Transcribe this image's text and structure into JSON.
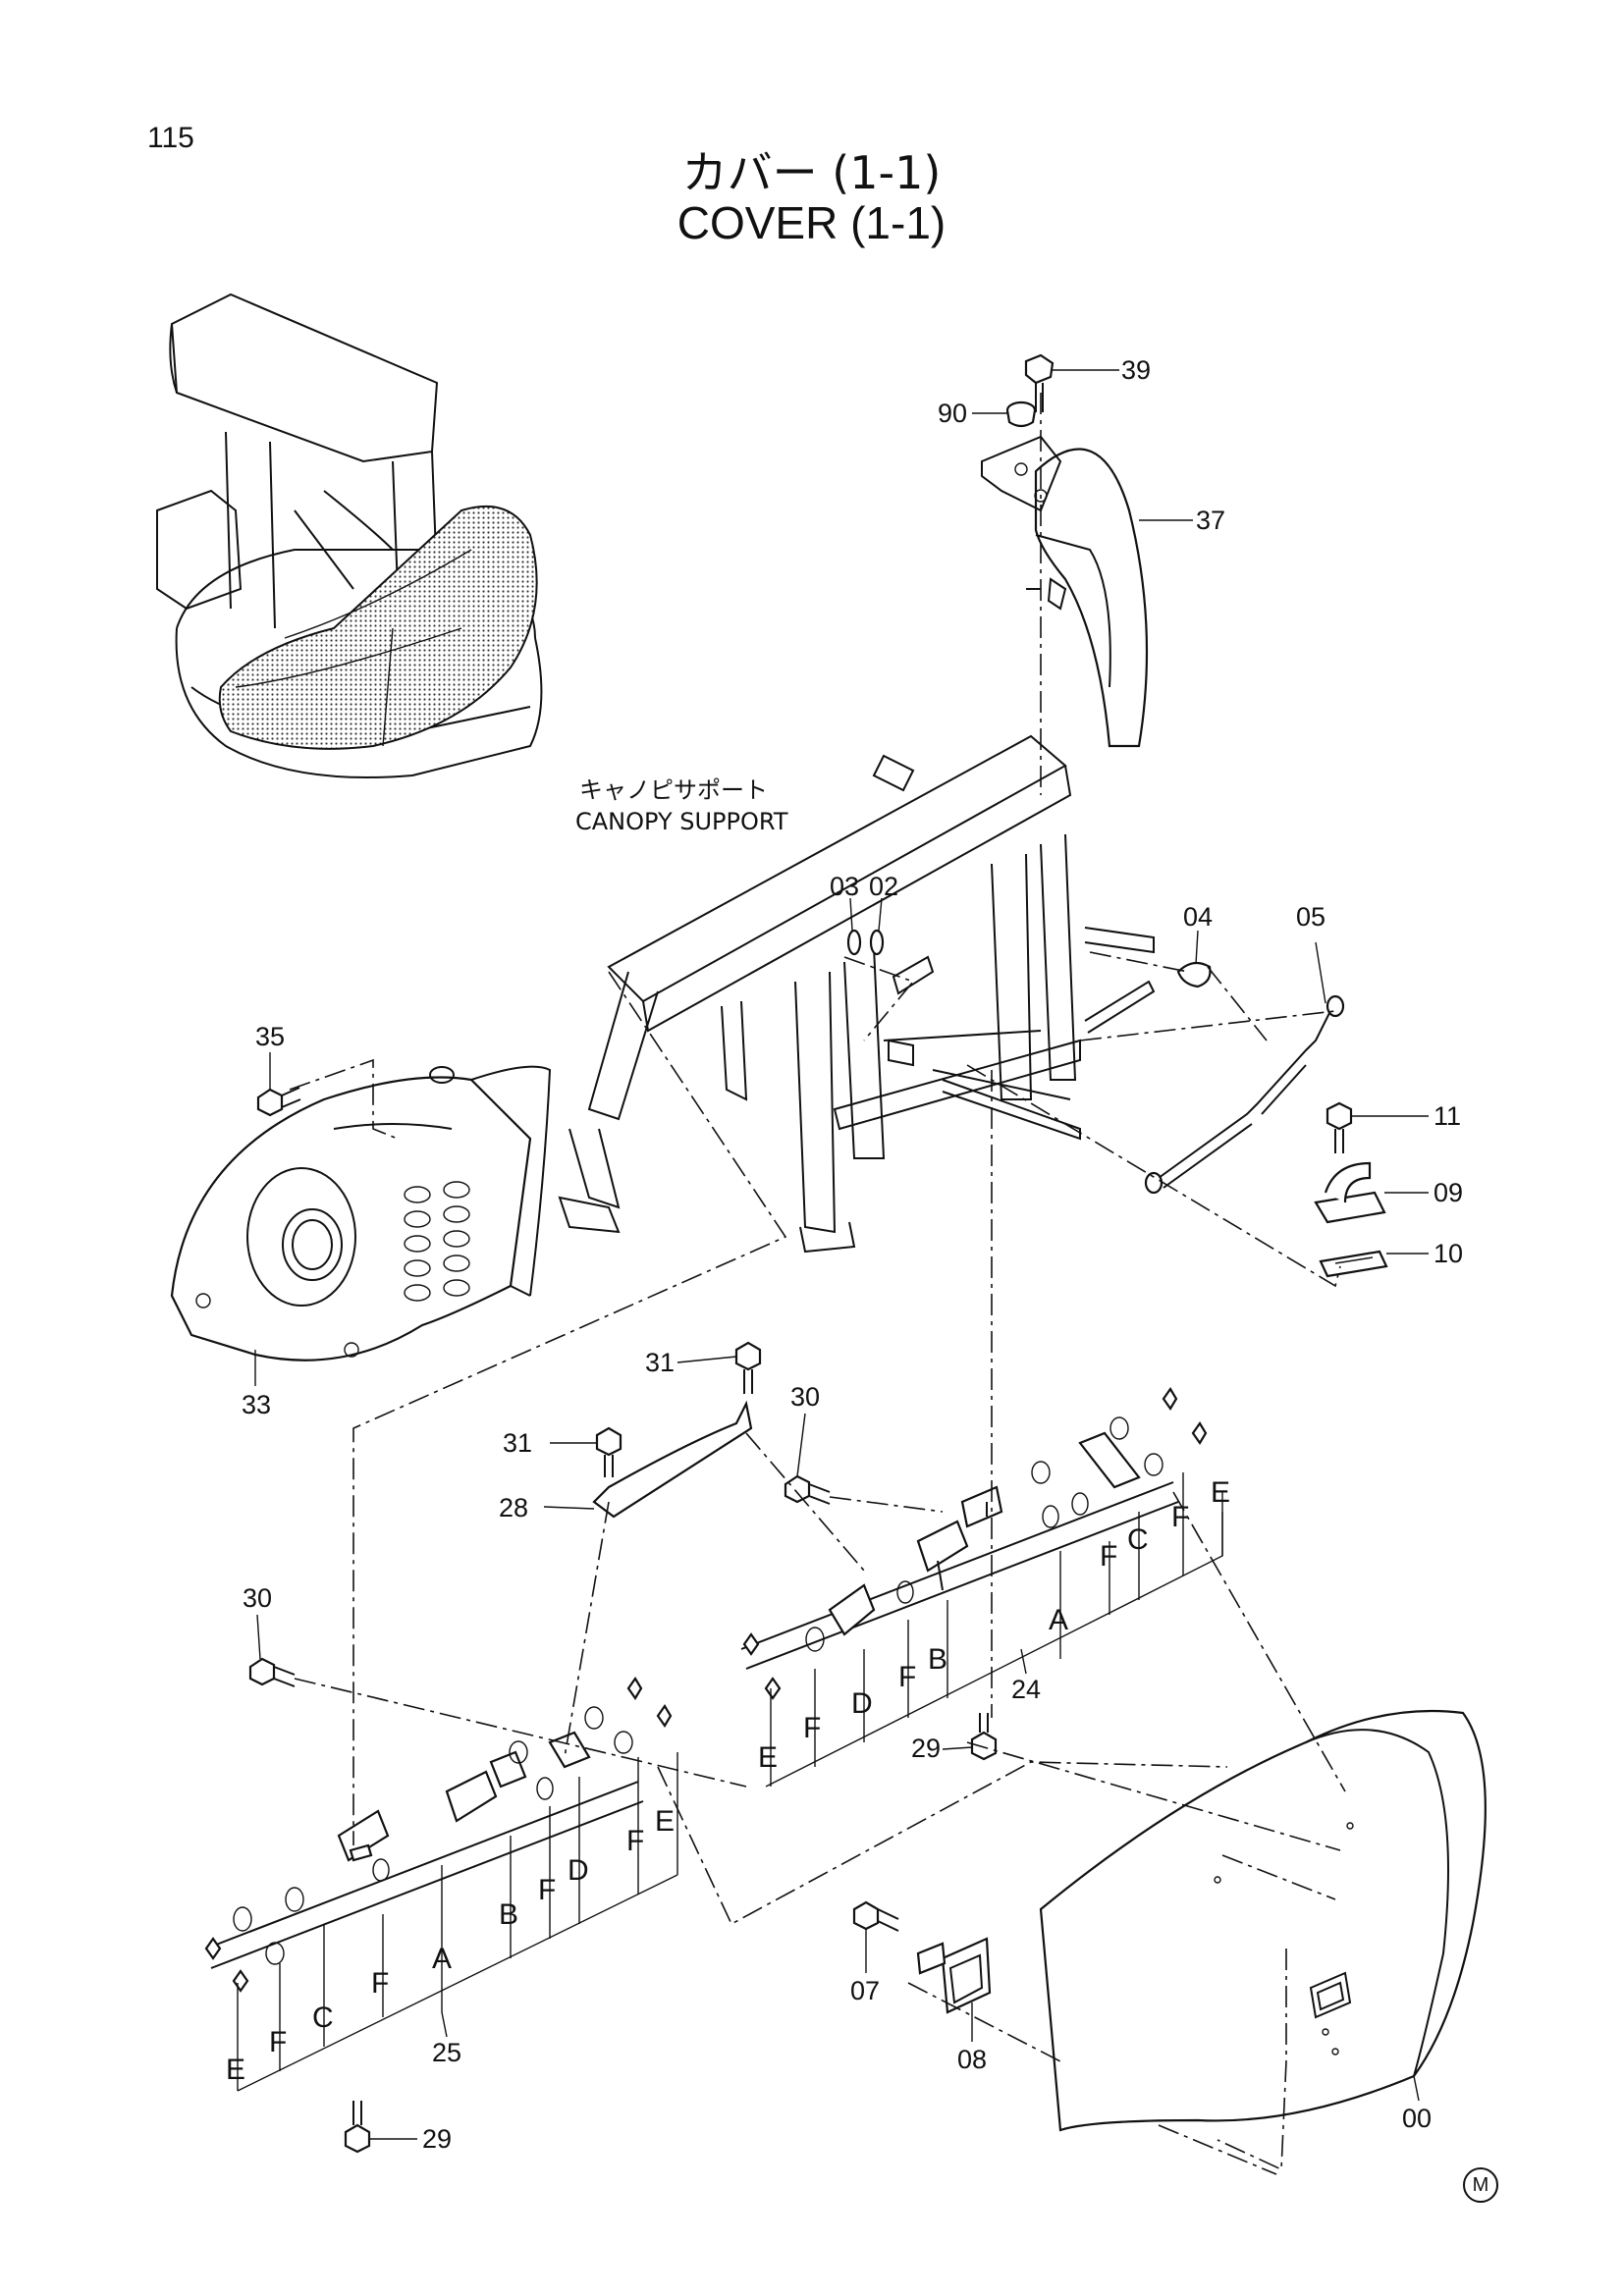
{
  "page_number": "115",
  "title_ja": "カバー (1-1)",
  "title_en": "COVER (1-1)",
  "canopy_support_ja": "キャノピサポート",
  "canopy_support_en": "CANOPY SUPPORT",
  "mark": "M",
  "callouts": {
    "p39": "39",
    "p90": "90",
    "p37": "37",
    "p03": "03",
    "p02": "02",
    "p04": "04",
    "p05": "05",
    "p35": "35",
    "p33": "33",
    "p11": "11",
    "p09": "09",
    "p10": "10",
    "p31a": "31",
    "p31b": "31",
    "p30a": "30",
    "p30b": "30",
    "p28": "28",
    "p24": "24",
    "p25": "25",
    "p29a": "29",
    "p29b": "29",
    "p07": "07",
    "p08": "08",
    "p00": "00"
  },
  "letters": {
    "r_A": "A",
    "r_F1": "F",
    "r_C": "C",
    "r_F2": "F",
    "r_E1": "E",
    "r_B": "B",
    "r_F3": "F",
    "r_D": "D",
    "r_F4": "F",
    "r_E2": "E",
    "l_B": "B",
    "l_F1": "F",
    "l_D": "D",
    "l_F2": "F",
    "l_E1": "E",
    "l_A": "A",
    "l_F3": "F",
    "l_C": "C",
    "l_F4": "F",
    "l_E2": "E"
  }
}
